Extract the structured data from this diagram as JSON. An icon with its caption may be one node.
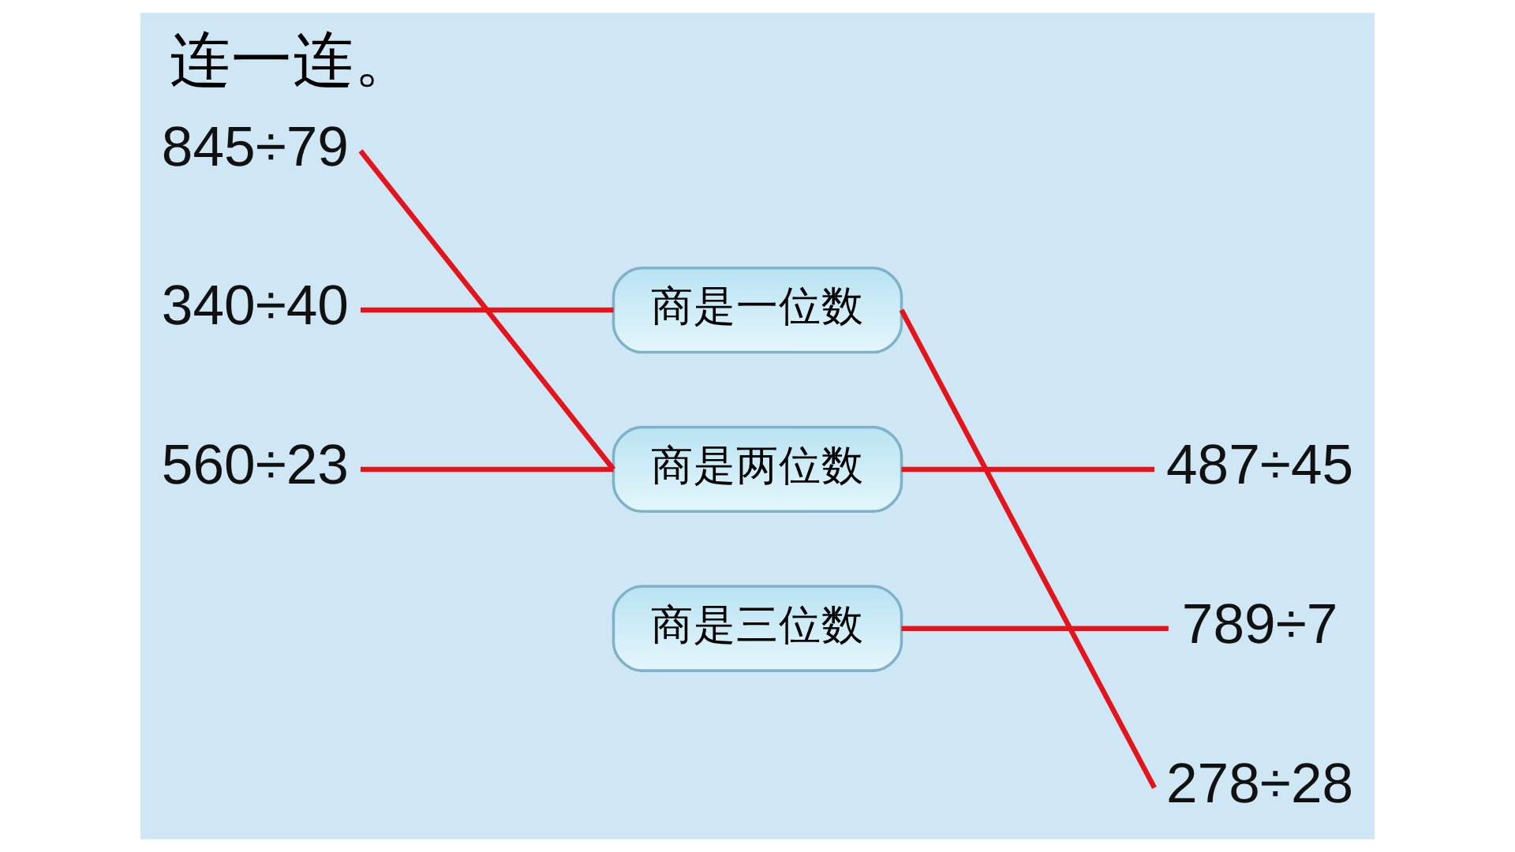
{
  "diagram": {
    "title": "连一连。",
    "nodes": [
      {
        "text": [
          "845÷79"
        ]
      },
      {
        "text": [
          "340÷40"
        ]
      },
      {
        "text": [
          "560÷23"
        ]
      },
      {
        "text": [
          "商是一位数"
        ]
      },
      {
        "text": [
          "商是两位数"
        ]
      },
      {
        "text": [
          "商是三位数"
        ]
      },
      {
        "text": [
          "487÷45"
        ]
      },
      {
        "text": [
          "789÷7"
        ]
      },
      {
        "text": [
          "278÷28"
        ]
      }
    ],
    "edges": [
      {
        "from": 0,
        "to": 4,
        "arrow": "none"
      },
      {
        "from": 1,
        "to": 3,
        "arrow": "none"
      },
      {
        "from": 2,
        "to": 4,
        "arrow": "none"
      },
      {
        "from": 3,
        "to": 8,
        "arrow": "none"
      },
      {
        "from": 4,
        "to": 6,
        "arrow": "none"
      },
      {
        "from": 5,
        "to": 7,
        "arrow": "none"
      }
    ]
  }
}
